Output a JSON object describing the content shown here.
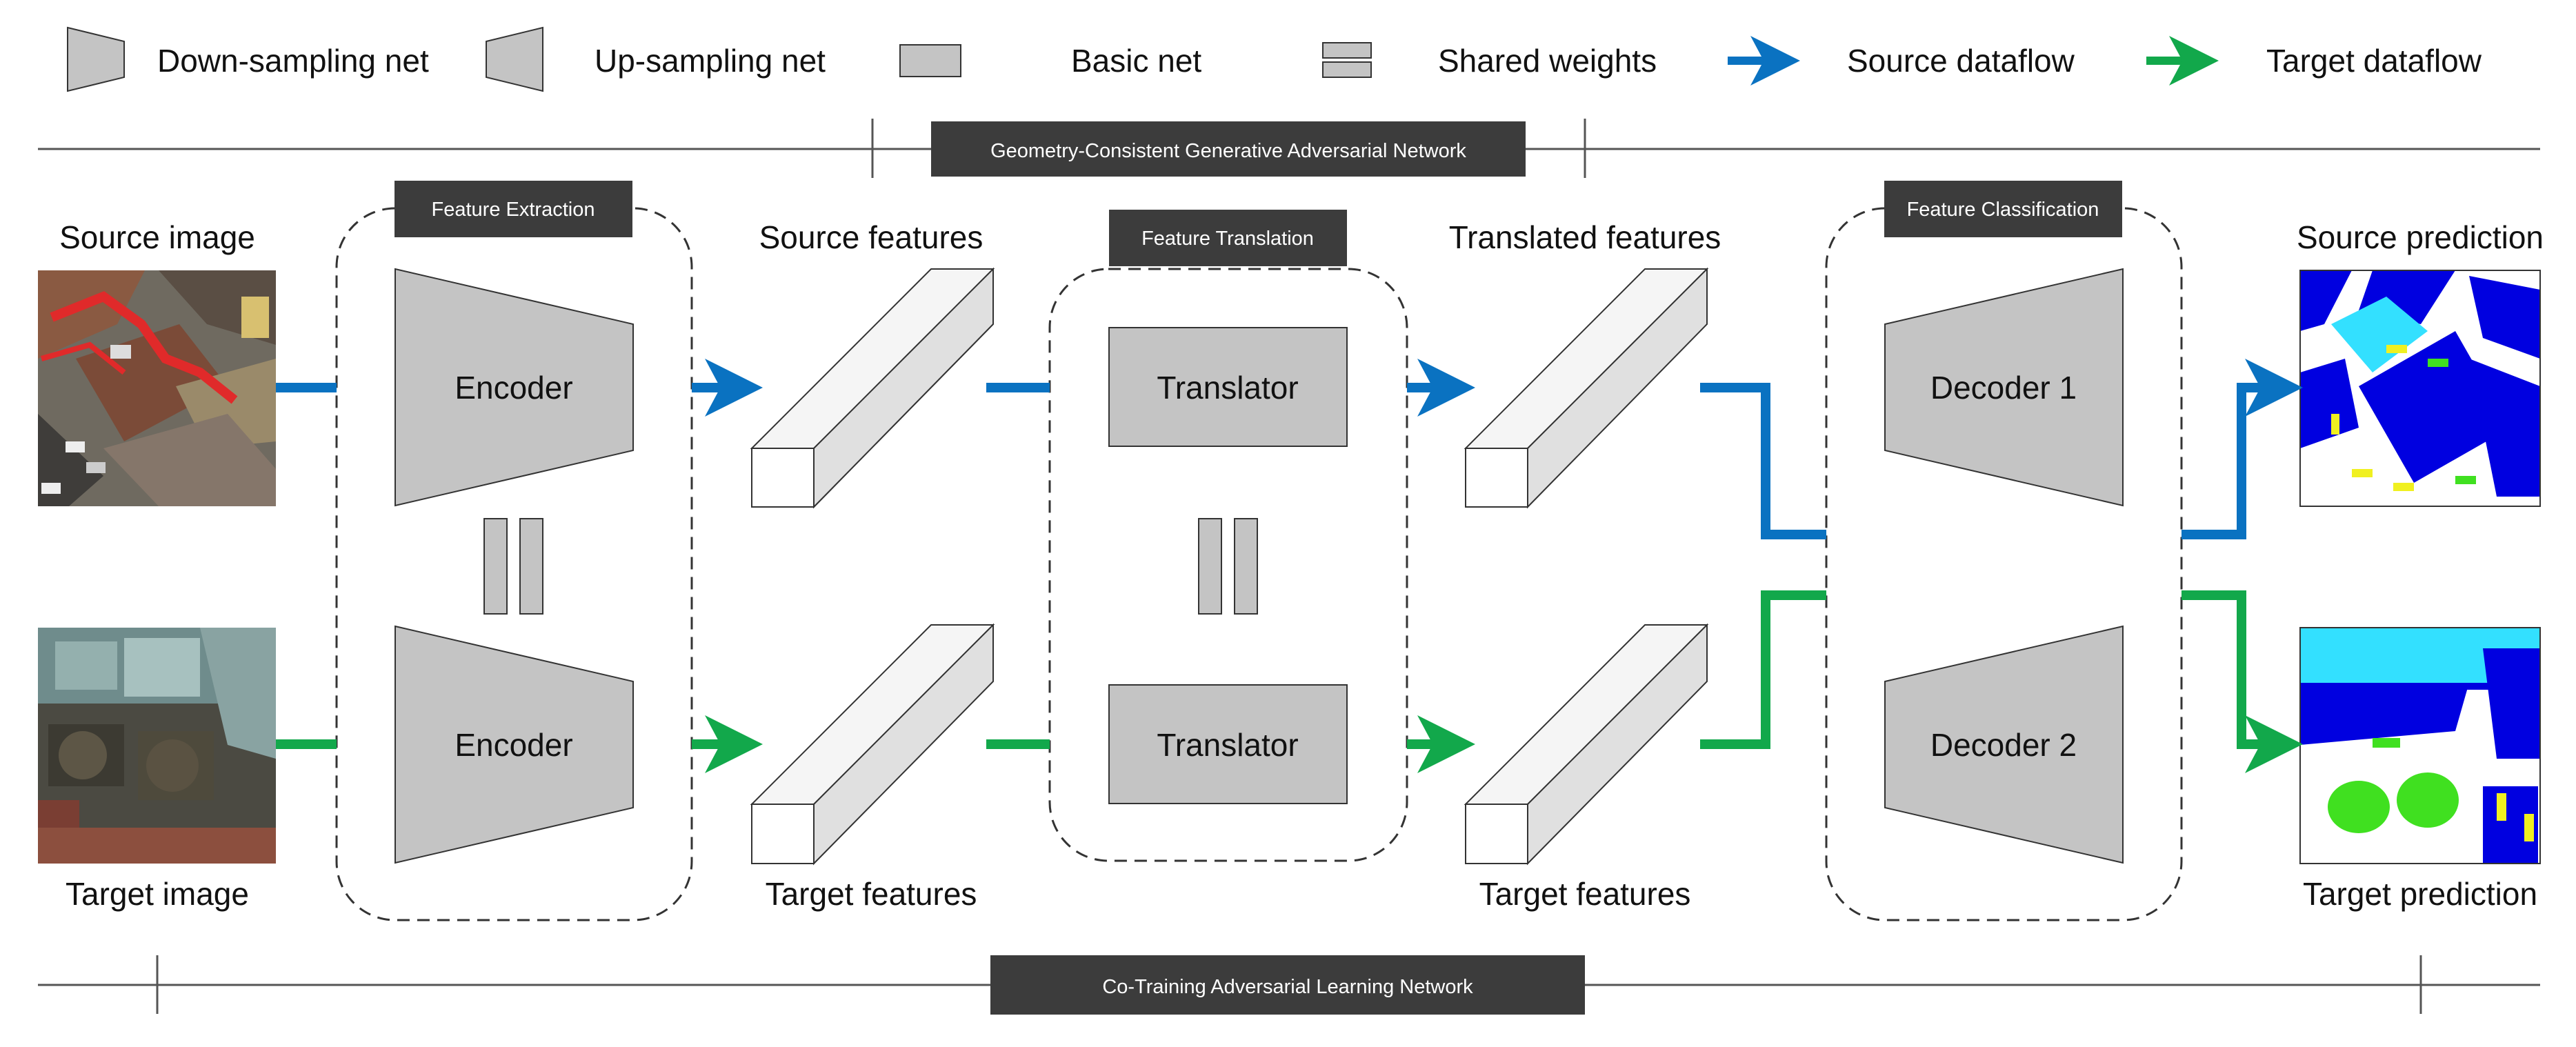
{
  "legend": {
    "down_sampling": "Down-sampling net",
    "up_sampling": "Up-sampling net",
    "basic": "Basic net",
    "shared": "Shared weights",
    "source_flow": "Source dataflow",
    "target_flow": "Target dataflow"
  },
  "networks": {
    "top": "Geometry-Consistent Generative Adversarial Network",
    "bottom": "Co-Training Adversarial Learning Network"
  },
  "stages": {
    "extraction": "Feature Extraction",
    "translation": "Feature Translation",
    "classification": "Feature Classification"
  },
  "labels": {
    "source_image": "Source image",
    "target_image": "Target image",
    "source_features": "Source features",
    "target_features_1": "Target features",
    "translated_features": "Translated features",
    "target_features_2": "Target features",
    "source_prediction": "Source prediction",
    "target_prediction": "Target prediction"
  },
  "blocks": {
    "encoder_top": "Encoder",
    "encoder_bottom": "Encoder",
    "translator_top": "Translator",
    "translator_bottom": "Translator",
    "decoder_1": "Decoder 1",
    "decoder_2": "Decoder 2"
  },
  "colors": {
    "source_flow": "#0a72c1",
    "target_flow": "#12a84b",
    "block_fill": "#c4c4c4",
    "header_fill": "#3c3c3c"
  }
}
